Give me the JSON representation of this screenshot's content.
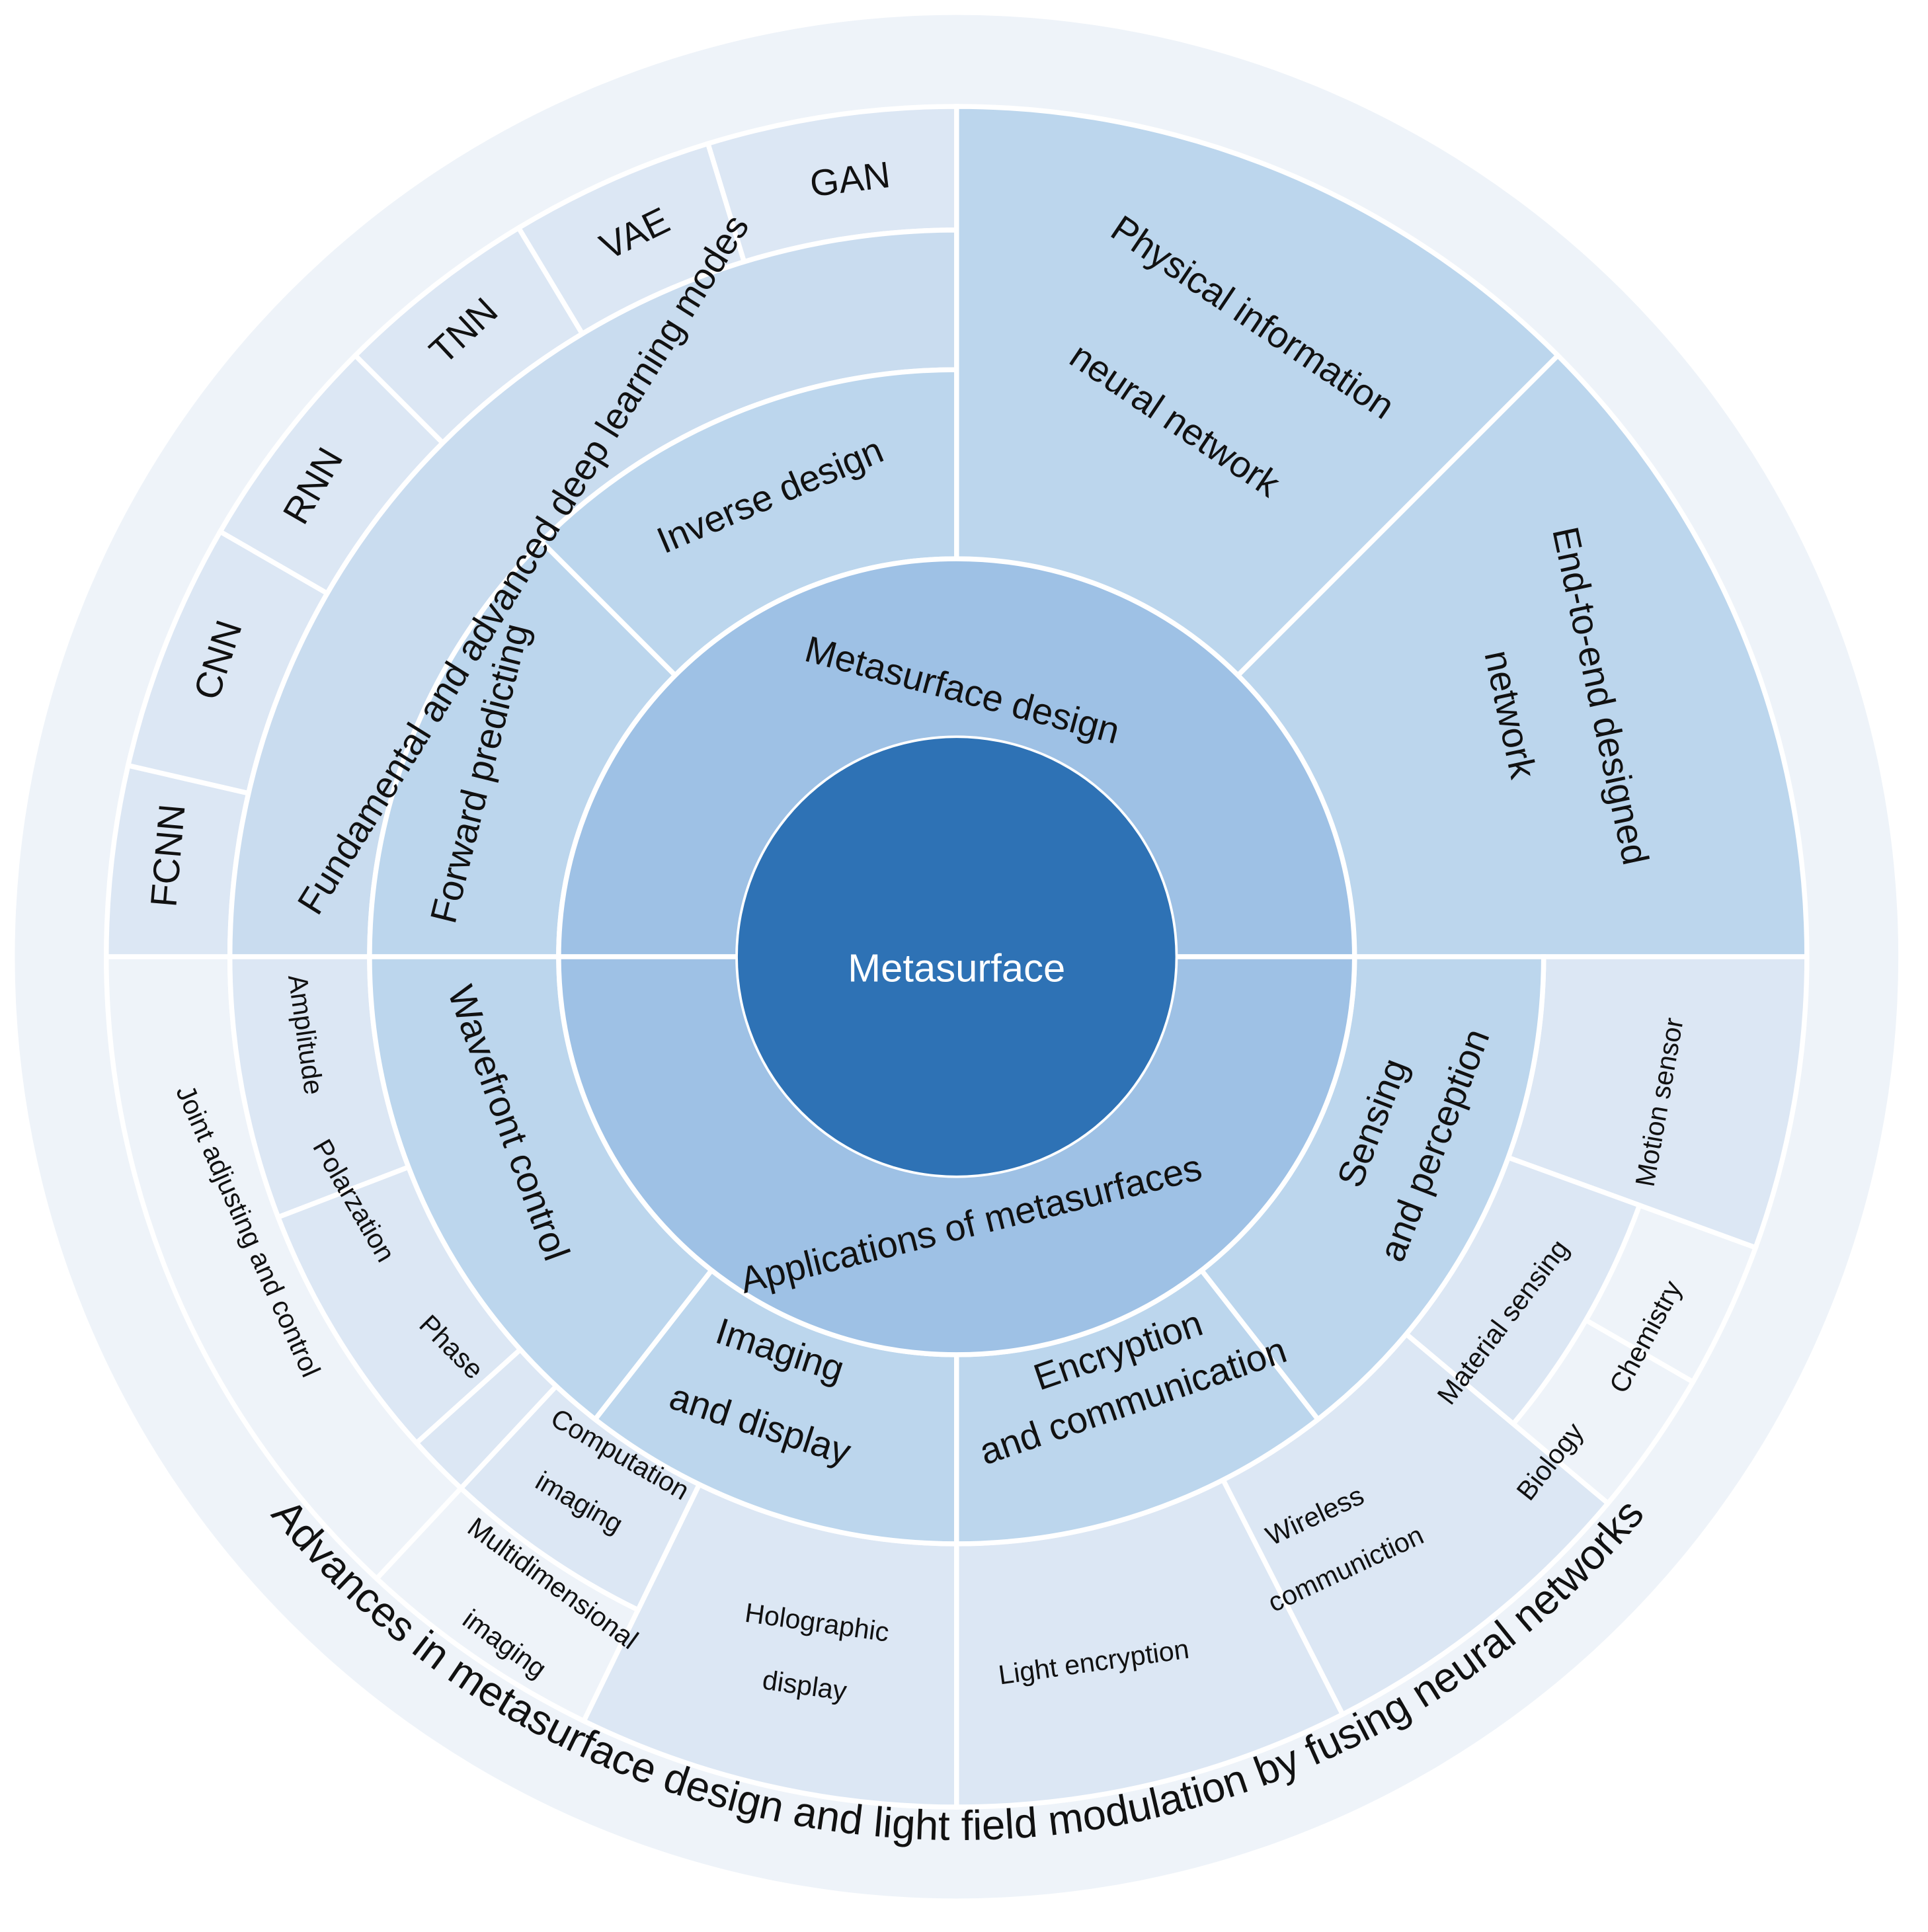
{
  "colors": {
    "outer_ring": "#EEF3F9",
    "level2": "#DCE7F4",
    "level3": "#C9DCEF",
    "level4": "#BCD6ED",
    "level5": "#9EC1E5",
    "center": "#2E72B5",
    "divider": "#FFFFFF",
    "center_text": "#FFFFFF"
  },
  "center": {
    "label": "Metasurface"
  },
  "outer_title": "Advances in metasurface design and light field modulation by fusing neural networks",
  "ring1": {
    "design": "Metasurface design",
    "applications": "Applications of metasurfaces"
  },
  "ring2": {
    "forward": "Forward predicting",
    "inverse": "Inverse design",
    "wavefront": "Wavefront control",
    "imaging_1": "Imaging",
    "imaging_2": "and display",
    "encryption_1": "Encryption",
    "encryption_2": "and communication",
    "sensing_1": "Sensing",
    "sensing_2": "and perception"
  },
  "ring3": {
    "fundamental": "Fundamental and advanced deep learning modes",
    "amplitude": "Amplitude",
    "polarization": "Polarzation",
    "phase": "Phase",
    "computation_1": "Computation",
    "computation_2": "imaging",
    "material": "Material sensing"
  },
  "ring4": {
    "physical_1": "Physical information",
    "physical_2": "neural network",
    "endtoend_1": "End-to-end designed",
    "endtoend_2": "network",
    "fcnn": "FCNN",
    "cnn": "CNN",
    "rnn": "RNN",
    "tnn": "TNN",
    "vae": "VAE",
    "gan": "GAN",
    "joint": "Joint adjusting and control",
    "multidim_1": "Multidimensional",
    "multidim_2": "imaging",
    "holographic_1": "Holographic",
    "holographic_2": "display",
    "light_enc": "Light encryption",
    "wireless_1": "Wireless",
    "wireless_2": "communiction",
    "biology": "Biology",
    "chemistry": "Chemistry",
    "motion": "Motion sensor"
  }
}
